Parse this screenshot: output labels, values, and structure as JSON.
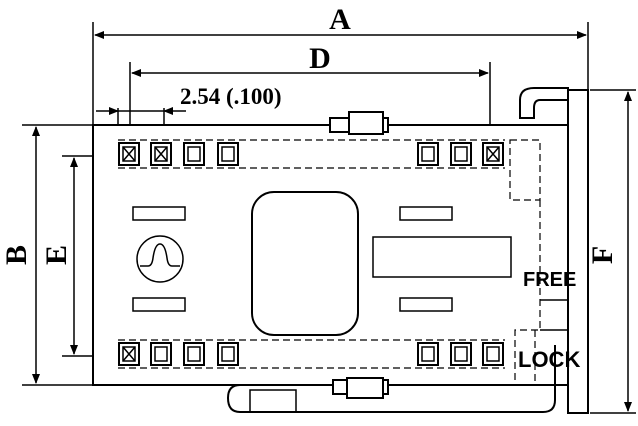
{
  "dimensions": {
    "A": "A",
    "D": "D",
    "pitch": "2.54 (.100)",
    "B": "B",
    "E": "E",
    "F": "F"
  },
  "modes": {
    "free": "FREE",
    "lock": "LOCK"
  },
  "icons": {
    "waveform": "sine-wave-in-circle-icon"
  },
  "colors": {
    "line": "#000000",
    "background": "#ffffff"
  }
}
